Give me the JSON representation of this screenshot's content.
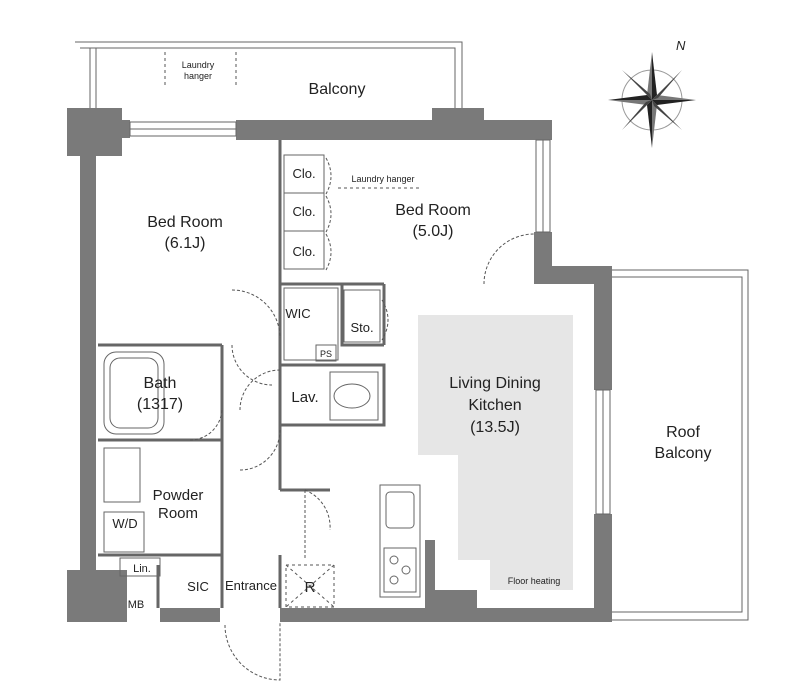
{
  "rooms": {
    "balcony": "Balcony",
    "laundry_hanger_top_1": "Laundry",
    "laundry_hanger_top_2": "hanger",
    "laundry_hanger_inner": "Laundry hanger",
    "bedroom_1_name": "Bed Room",
    "bedroom_1_size": "(6.1J)",
    "bedroom_2_name": "Bed Room",
    "bedroom_2_size": "(5.0J)",
    "closet": "Clo.",
    "wic": "WIC",
    "storage": "Sto.",
    "ps": "PS",
    "bath_name": "Bath",
    "bath_size": "(1317)",
    "lavatory": "Lav.",
    "powder_room_1": "Powder",
    "powder_room_2": "Room",
    "wd": "W/D",
    "linen": "Lin.",
    "mb": "MB",
    "sic": "SIC",
    "entrance": "Entrance",
    "refrigerator": "R",
    "ldk_1": "Living Dining",
    "ldk_2": "Kitchen",
    "ldk_size": "(13.5J)",
    "floor_heating": "Floor heating",
    "roof_balcony_1": "Roof",
    "roof_balcony_2": "Balcony"
  },
  "compass": {
    "north_label": "N"
  },
  "colors": {
    "wall": "#7a7a7a",
    "floor_heating": "#e6e6e6",
    "line": "#666666"
  }
}
